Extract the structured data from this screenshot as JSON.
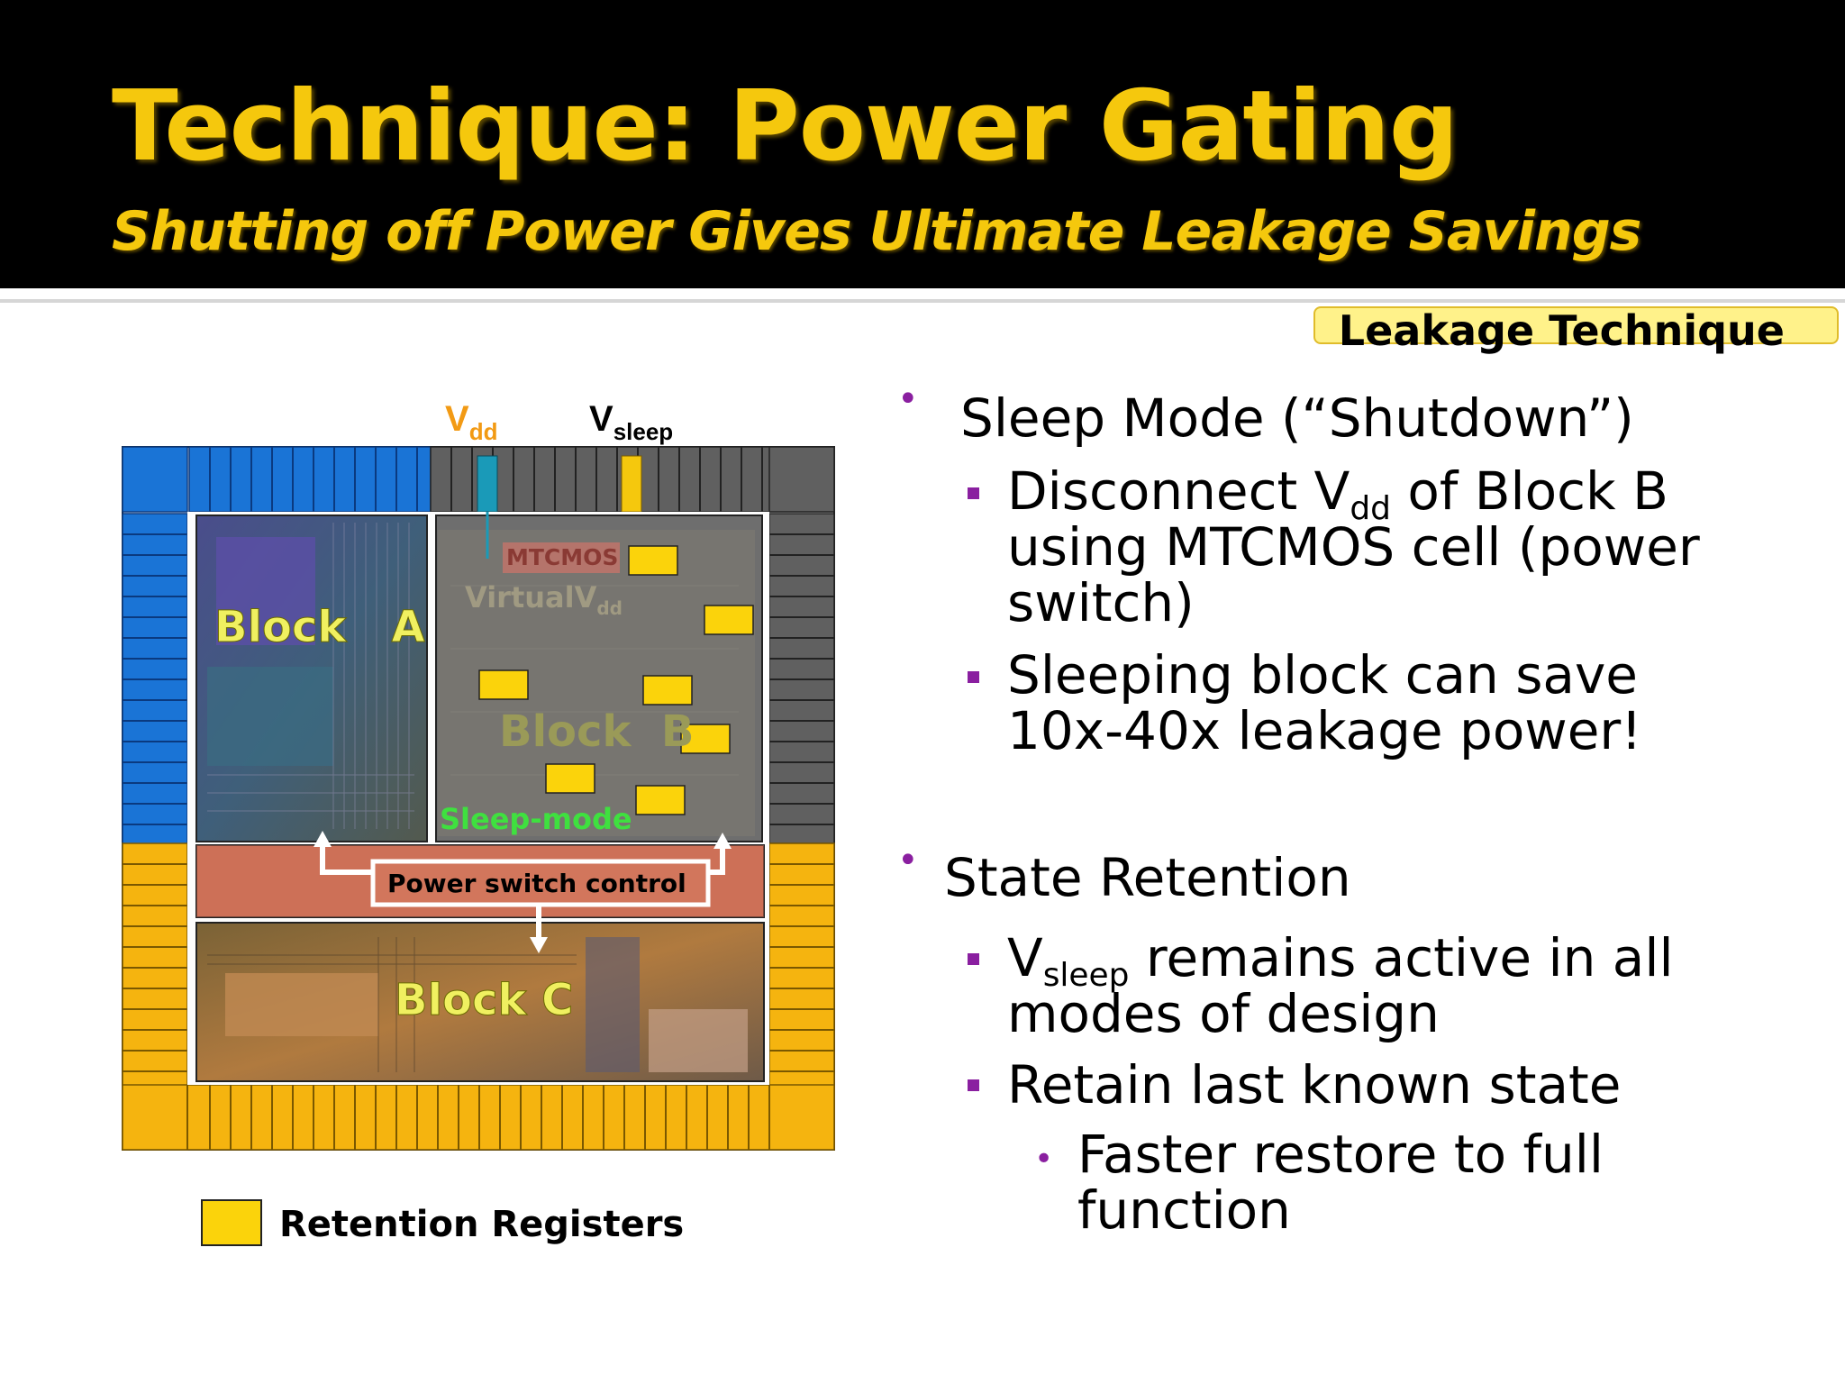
{
  "title": "Technique: Power Gating",
  "subtitle": "Shutting off Power Gives Ultimate Leakage Savings",
  "tag": "Leakage Technique",
  "diagram": {
    "vdd": {
      "main": "V",
      "sub": "dd"
    },
    "vsleep": {
      "main": "V",
      "sub": "sleep"
    },
    "mtcmos": "MTCMOS",
    "virtual_vdd": {
      "main": "VirtualV",
      "sub": "dd"
    },
    "block_a": "Block   A",
    "block_b": "Block  B",
    "block_c": "Block C",
    "sleep_mode": "Sleep-mode",
    "power_switch_control": "Power switch control",
    "legend_label": "Retention Registers",
    "colors": {
      "blue_pads": "#1a74d6",
      "gray_pads": "#606060",
      "yellow_pads": "#f5b40f",
      "vdd_rail": "#1a9ab8",
      "vsleep_rail": "#f5c80d",
      "retention": "#fbd30b"
    }
  },
  "bullets": {
    "sleep_mode": "Sleep Mode (“Shutdown”)",
    "disconnect": {
      "pre": "Disconnect V",
      "sub": "dd",
      "post": " of Block B using MTCMOS cell (power switch)"
    },
    "sleeping_block": "Sleeping block can save 10x-40x leakage power!",
    "state_retention": "State Retention",
    "vsleep_active": {
      "pre": "V",
      "sub": "sleep",
      "post": " remains active in all modes of design"
    },
    "retain": "Retain last known state",
    "faster": "Faster restore to full function"
  }
}
